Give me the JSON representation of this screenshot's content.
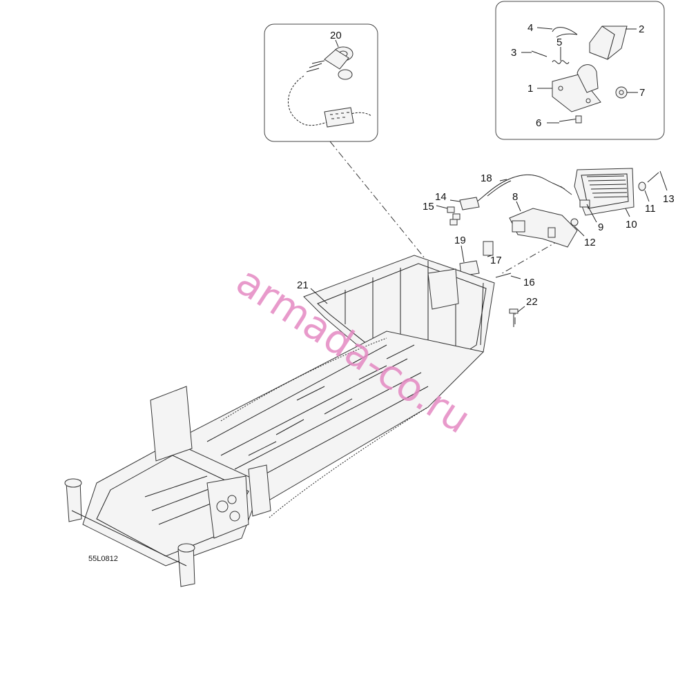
{
  "diagram": {
    "code": "55L0812",
    "watermark": "armada-co.ru"
  },
  "callouts": [
    {
      "id": "c1",
      "text": "1"
    },
    {
      "id": "c2",
      "text": "2"
    },
    {
      "id": "c3",
      "text": "3"
    },
    {
      "id": "c4",
      "text": "4"
    },
    {
      "id": "c5",
      "text": "5"
    },
    {
      "id": "c6",
      "text": "6"
    },
    {
      "id": "c7",
      "text": "7"
    },
    {
      "id": "c8",
      "text": "8"
    },
    {
      "id": "c9",
      "text": "9"
    },
    {
      "id": "c10",
      "text": "10"
    },
    {
      "id": "c11",
      "text": "11"
    },
    {
      "id": "c12",
      "text": "12"
    },
    {
      "id": "c13",
      "text": "13"
    },
    {
      "id": "c14",
      "text": "14"
    },
    {
      "id": "c15",
      "text": "15"
    },
    {
      "id": "c16",
      "text": "16"
    },
    {
      "id": "c17",
      "text": "17"
    },
    {
      "id": "c18",
      "text": "18"
    },
    {
      "id": "c19",
      "text": "19"
    },
    {
      "id": "c20",
      "text": "20"
    },
    {
      "id": "c21",
      "text": "21"
    },
    {
      "id": "c22",
      "text": "22"
    }
  ]
}
